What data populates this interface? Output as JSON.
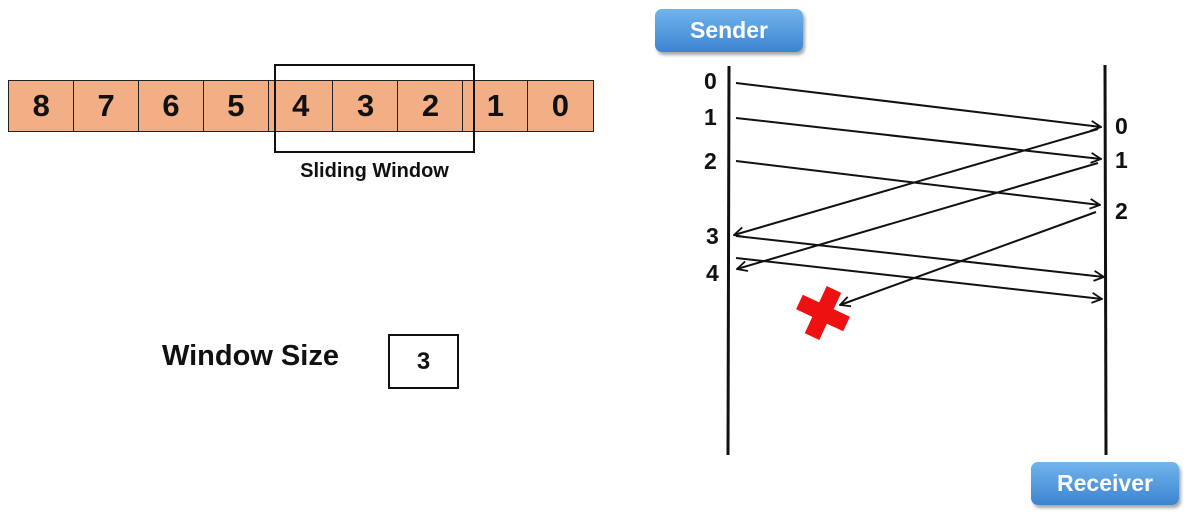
{
  "frames": [
    "8",
    "7",
    "6",
    "5",
    "4",
    "3",
    "2",
    "1",
    "0"
  ],
  "window_caption": "Sliding Window",
  "window_size": {
    "label": "Window Size",
    "value": "3"
  },
  "sender_label": "Sender",
  "receiver_label": "Receiver",
  "sender_seq": [
    "0",
    "1",
    "2",
    "3",
    "4"
  ],
  "receiver_seq": [
    "0",
    "1",
    "2"
  ],
  "colors": {
    "frame_fill": "#f2ae84",
    "button": "#4a90d9",
    "loss_mark": "#ee1111"
  }
}
